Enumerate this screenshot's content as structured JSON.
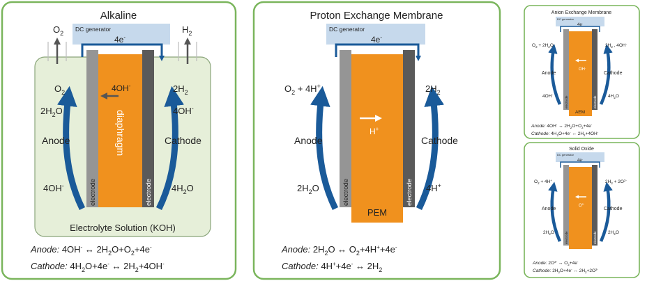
{
  "alkaline": {
    "title": "Alkaline",
    "generator": "DC generator",
    "electron": "4e-",
    "o2_gas": "O2",
    "h2_gas": "H2",
    "anode_o2": "O2",
    "anode_h2o": "2H2O",
    "anode_label": "Anode",
    "anode_oh": "4OH-",
    "membrane_ion": "4OH-",
    "membrane": "diaphragm",
    "electrode_left": "electrode",
    "electrode_right": "electrode",
    "cathode_h2": "2H2",
    "cathode_oh": "4OH-",
    "cathode_label": "Cathode",
    "cathode_h2o": "4H2O",
    "electrolyte": "Electrolyte Solution (KOH)",
    "eq_anode_label": "Anode:",
    "eq_anode": "4OH- ↔ 2H2O+O2+4e-",
    "eq_cathode_label": "Cathode:",
    "eq_cathode": "4H2O+4e- ↔ 2H2+4OH-"
  },
  "pem": {
    "title": "Proton Exchange Membrane",
    "generator": "DC generator",
    "electron": "4e-",
    "anode_top": "O2 + 4H+",
    "anode_label": "Anode",
    "anode_bottom": "2H2O",
    "membrane_ion": "H+",
    "membrane": "PEM",
    "electrode_left": "electrode",
    "electrode_right": "electrode",
    "cathode_top": "2H2",
    "cathode_label": "Cathode",
    "cathode_bottom": "4H+",
    "eq_anode_label": "Anode:",
    "eq_anode": "2H2O ↔ O2+4H++4e-",
    "eq_cathode_label": "Cathode:",
    "eq_cathode": "4H++4e- ↔ 2H2"
  },
  "aem": {
    "title": "Anion Exchange Membrane",
    "generator": "DC generator",
    "electron": "4e-",
    "anode_top": "O2 + 2H2O",
    "anode_label": "Anode",
    "anode_bottom": "4OH-",
    "membrane_ion": "OH-",
    "membrane": "AEM",
    "electrode_left": "electrode",
    "electrode_right": "electrode",
    "cathode_top": "2H2 , 4OH-",
    "cathode_label": "Cathode",
    "cathode_bottom": "4H2O",
    "eq_anode": "Anode: 4OH- ↔ 2H2O+O2+4e-",
    "eq_cathode": "Cathode: 4H2O+4e- ↔ 2H2+4OH-"
  },
  "solid_oxide": {
    "title": "Solid Oxide",
    "generator": "DC generator",
    "electron": "4e-",
    "anode_top": "O2 + 4H+",
    "anode_label": "Anode",
    "anode_bottom": "2H2O",
    "membrane_ion": "O2-",
    "electrode_left": "electrode",
    "electrode_right": "electrode",
    "cathode_top": "2H2 + 2O2-",
    "cathode_label": "Cathode",
    "cathode_bottom": "2H2O",
    "eq_anode": "Anode: 2O2- ↔ O2+4e-",
    "eq_cathode": "Cathode: 2H2O+4e- ↔ 2H2+2O2-"
  },
  "colors": {
    "border": "#7ab55c",
    "electrolyte": "#e6efd9",
    "membrane": "#f0911e",
    "generator": "#c6d9ec",
    "wire": "#1a5a99",
    "electrode_anode": "#959595",
    "electrode_cathode": "#5a5a5a"
  }
}
